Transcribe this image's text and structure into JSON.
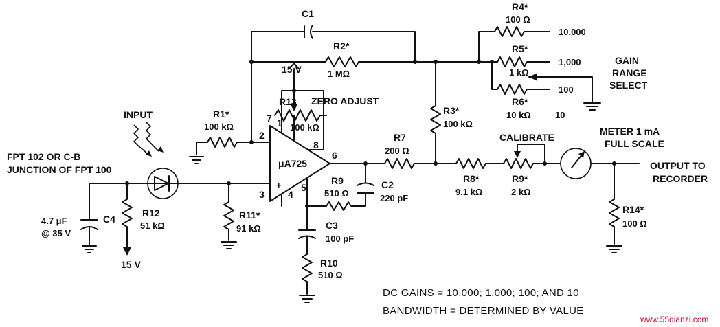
{
  "labels": {
    "c1": "C1",
    "r2": "R2*",
    "r2_val": "1 MΩ",
    "r4": "R4*",
    "r4_val": "100 Ω",
    "r5": "R5*",
    "r5_val": "1 kΩ",
    "r6": "R6*",
    "r6_val": "10 kΩ",
    "gain_10000": "10,000",
    "gain_1000": "1,000",
    "gain_100": "100",
    "gain_10": "10",
    "gain_range_1": "GAIN",
    "gain_range_2": "RANGE",
    "gain_range_3": "SELECT",
    "v15_top": "15 V",
    "r13": "R13",
    "zero_adjust": "ZERO ADJUST",
    "r13_val": "100 kΩ",
    "input": "INPUT",
    "r1": "R1*",
    "r1_val": "100 kΩ",
    "r3": "R3*",
    "r3_val": "100 kΩ",
    "r7": "R7",
    "r7_val": "200 Ω",
    "calibrate": "CALIBRATE",
    "meter_1": "METER 1 mA",
    "meter_2": "FULL SCALE",
    "fpt_1": "FPT 102 OR C-B",
    "fpt_2": "JUNCTION OF FPT 100",
    "opamp": "μA725",
    "pin7": "7",
    "pin1": "1",
    "pin8": "8",
    "pin2": "2",
    "pin3": "3",
    "pin4": "4",
    "pin5": "5",
    "pin6": "6",
    "plus": "+",
    "r9": "R9",
    "r9_val": "510 Ω",
    "c2": "C2",
    "c2_val": "220 pF",
    "r8": "R8*",
    "r8_val": "9.1 kΩ",
    "r9cal": "R9*",
    "r9cal_val": "2 kΩ",
    "output_1": "OUTPUT TO",
    "output_2": "RECORDER",
    "c4_val1": "4.7 μF",
    "c4_val2": "@ 35 V",
    "c4": "C4",
    "r12": "R12",
    "r12_val": "51 kΩ",
    "r11": "R11*",
    "r11_val": "91 kΩ",
    "c3": "C3",
    "c3_val": "100 pF",
    "r14": "R14*",
    "r14_val": "100 Ω",
    "v15_bottom": "15 V",
    "r10": "R10",
    "r10_val": "510 Ω",
    "note_1": "DC GAINS = 10,000; 1,000; 100; AND 10",
    "note_2": "BANDWIDTH = DETERMINED BY VALUE",
    "watermark": "www.55dianzi.com"
  }
}
